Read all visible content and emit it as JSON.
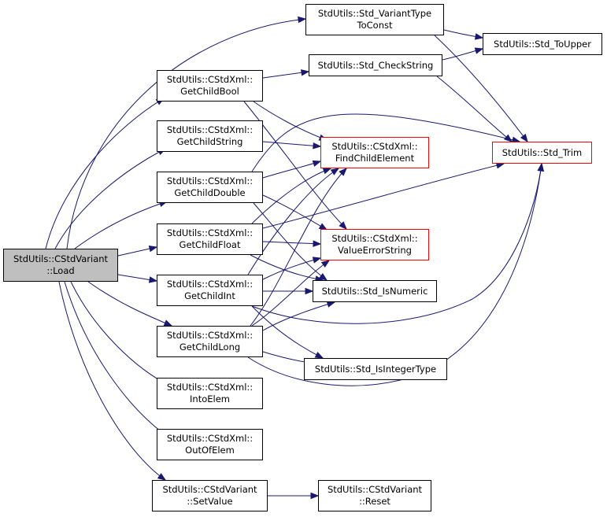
{
  "diagram": {
    "colors": {
      "edge": "#191970",
      "root_fill": "#bfbfbf",
      "node_border": "#000000",
      "highlight_border": "#ff0000"
    },
    "nodes": [
      {
        "id": "load",
        "lines": [
          "StdUtils::CStdVariant",
          "::Load"
        ]
      },
      {
        "id": "getchildbool",
        "lines": [
          "StdUtils::CStdXml::",
          "GetChildBool"
        ]
      },
      {
        "id": "getchildstring",
        "lines": [
          "StdUtils::CStdXml::",
          "GetChildString"
        ]
      },
      {
        "id": "getchilddouble",
        "lines": [
          "StdUtils::CStdXml::",
          "GetChildDouble"
        ]
      },
      {
        "id": "getchildfloat",
        "lines": [
          "StdUtils::CStdXml::",
          "GetChildFloat"
        ]
      },
      {
        "id": "getchildint",
        "lines": [
          "StdUtils::CStdXml::",
          "GetChildInt"
        ]
      },
      {
        "id": "getchildlong",
        "lines": [
          "StdUtils::CStdXml::",
          "GetChildLong"
        ]
      },
      {
        "id": "intoelem",
        "lines": [
          "StdUtils::CStdXml::",
          "IntoElem"
        ]
      },
      {
        "id": "outofelem",
        "lines": [
          "StdUtils::CStdXml::",
          "OutOfElem"
        ]
      },
      {
        "id": "setvalue",
        "lines": [
          "StdUtils::CStdVariant",
          "::SetValue"
        ]
      },
      {
        "id": "varianttypetoconst",
        "lines": [
          "StdUtils::Std_VariantType",
          "ToConst"
        ]
      },
      {
        "id": "checkstring",
        "lines": [
          "StdUtils::Std_CheckString"
        ]
      },
      {
        "id": "findchildelement",
        "lines": [
          "StdUtils::CStdXml::",
          "FindChildElement"
        ]
      },
      {
        "id": "valueerrorstring",
        "lines": [
          "StdUtils::CStdXml::",
          "ValueErrorString"
        ]
      },
      {
        "id": "isnumeric",
        "lines": [
          "StdUtils::Std_IsNumeric"
        ]
      },
      {
        "id": "isintegertype",
        "lines": [
          "StdUtils::Std_IsIntegerType"
        ]
      },
      {
        "id": "reset",
        "lines": [
          "StdUtils::CStdVariant",
          "::Reset"
        ]
      },
      {
        "id": "toupper",
        "lines": [
          "StdUtils::Std_ToUpper"
        ]
      },
      {
        "id": "trim",
        "lines": [
          "StdUtils::Std_Trim"
        ]
      }
    ]
  }
}
